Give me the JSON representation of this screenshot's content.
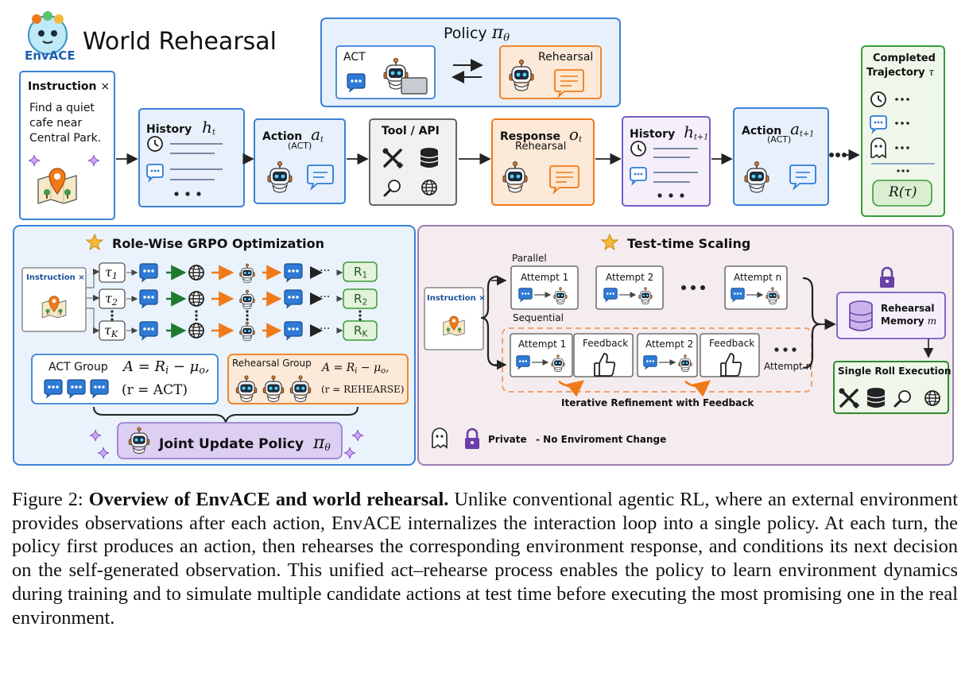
{
  "logo": {
    "text": "EnvACE"
  },
  "header": {
    "title": "World Rehearsal"
  },
  "policy": {
    "title": "Policy",
    "symbol": "π",
    "symbol_sub": "θ",
    "act_label": "ACT",
    "rehearsal_label": "Rehearsal"
  },
  "pipeline": {
    "instruction": {
      "title": "Instruction",
      "text": [
        "Find a quiet",
        "cafe near",
        "Central Park."
      ]
    },
    "history1": {
      "title": "History",
      "sym": "h",
      "sub": "t"
    },
    "action1": {
      "title": "Action",
      "sym": "a",
      "sub": "t",
      "tag": "(ACT)"
    },
    "tool": {
      "title": "Tool / API"
    },
    "response": {
      "title": "Response",
      "sym": "o",
      "sub": "t",
      "tag": "Rehearsal"
    },
    "history2": {
      "title": "History",
      "sym": "h",
      "sub": "t+1"
    },
    "action2": {
      "title": "Action",
      "sym": "a",
      "sub": "t+1",
      "tag": "(ACT)"
    },
    "completed": {
      "title1": "Completed",
      "title2": "Trajectory",
      "sym": "τ",
      "reward": "R(τ)"
    }
  },
  "grpo": {
    "title": "Role-Wise GRPO Optimization",
    "instruction_label": "Instruction",
    "rows": [
      {
        "tau": "τ",
        "sub": "1",
        "reward": "R",
        "reward_sub": "1"
      },
      {
        "tau": "τ",
        "sub": "2",
        "reward": "R",
        "reward_sub": "2"
      },
      {
        "tau": "τ",
        "sub": "K",
        "reward": "R",
        "reward_sub": "K"
      }
    ],
    "act_group": {
      "label": "ACT Group",
      "formula": "A = R",
      "formula_tail": " − μ",
      "r_text": "(r = ACT)"
    },
    "rehearsal_group": {
      "label": "Rehearsal Group",
      "formula": "A = R",
      "formula_tail": " − μ",
      "r_text": "(r = REHEARSE)"
    },
    "joint": {
      "label": "Joint Update Policy",
      "sym": "π",
      "sub": "θ"
    }
  },
  "tts": {
    "title": "Test-time Scaling",
    "instruction_label": "Instruction",
    "parallel_label": "Parallel",
    "sequential_label": "Sequential",
    "parallel_attempts": [
      "Attempt 1",
      "Attempt 2",
      "Attempt n"
    ],
    "sequential_items": [
      "Attempt 1",
      "Feedback",
      "Attempt 2",
      "Feedback"
    ],
    "sequential_last": "Attempt n",
    "refine_label": "Iterative Refinement with Feedback",
    "memory_label1": "Rehearsal",
    "memory_label2": "Memory",
    "memory_sym": "m",
    "single_roll": "Single Roll Execution",
    "private_label": "Private",
    "no_change": "- No Enviroment Change"
  },
  "caption": {
    "prefix": "Figure 2: ",
    "bold": "Overview of EnvACE and world rehearsal.",
    "text": " Unlike conventional agentic RL, where an external environment provides observations after each action, EnvACE internalizes the interaction loop into a single policy. At each turn, the policy first produces an action, then rehearses the corresponding environment response, and conditions its next decision on the self-generated observation. This unified act–rehearse process enables the policy to learn environment dynamics during training and to simulate multiple candidate actions at test time before executing the most promising one in the real environment."
  }
}
